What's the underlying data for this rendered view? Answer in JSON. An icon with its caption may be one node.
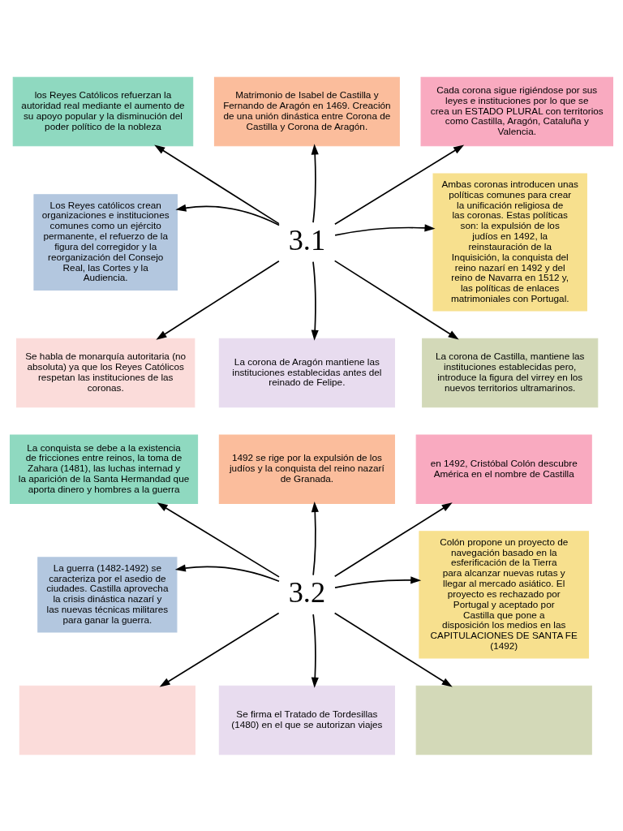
{
  "diagram": {
    "nodes": [
      {
        "text": [
          "los Reyes Católicos refuerzan la autoridad real mediante el aumento de su apoyo popular y la disminución del poder político de la nobleza"
        ]
      },
      {
        "text": [
          "Matrimonio de Isabel de Castilla y Fernando de Aragón en 1469. Creación de una unión dinástica entre Corona de Castilla y Corona de Aragón."
        ]
      },
      {
        "text": [
          "Cada corona sigue rigiéndose por sus leyes e instituciones por lo que se crea un ESTADO PLURAL con territorios como Castilla, Aragón, Cataluña y Valencia."
        ]
      },
      {
        "text": [
          "Los Reyes católicos crean organizaciones e instituciones comunes como un ejército permanente, el refuerzo de la figura del corregidor y la reorganización del Consejo Real, las Cortes y la Audiencia."
        ]
      },
      {
        "text": [
          "3.1"
        ]
      },
      {
        "text": [
          "Ambas coronas introducen unas políticas comunes para crear la unificación religiosa de las coronas. Estas políticas son: la expulsión de los judíos en 1492, la reinstauración de la Inquisición, la conquista del reino nazarí en 1492 y del reino de Navarra en 1512 y, las políticas de enlaces matrimoniales con Portugal."
        ]
      },
      {
        "text": [
          "Se habla de monarquía autoritaria (no absoluta) ya que los Reyes Católicos respetan las instituciones de las coronas."
        ]
      },
      {
        "text": [
          "La corona de Aragón mantiene las instituciones establecidas antes del reinado de Felipe."
        ]
      },
      {
        "text": [
          "La corona de Castilla, mantiene las instituciones establecidas pero, introduce la figura del virrey en los nuevos territorios ultramarinos."
        ]
      },
      {
        "text": [
          "La conquista se debe a la existencia de fricciones entre reinos, la toma de Zahara (1481), las luchas internad y la aparición de la Santa Hermandad que aporta dinero y hombres a la guerra"
        ]
      },
      {
        "text": [
          "1492 se rige por la expulsión de los judíos y la conquista del reino nazarí de Granada."
        ]
      },
      {
        "text": [
          "en 1492, Cristóbal Colón descubre América en el nombre de Castilla"
        ]
      },
      {
        "text": [
          "La guerra (1482-1492) se caracteriza por el asedio de ciudades. Castilla aprovecha la crisis dinástica nazarí y las nuevas técnicas militares para ganar la guerra."
        ]
      },
      {
        "text": [
          "3.2"
        ]
      },
      {
        "text": [
          "Colón propone un proyecto de navegación basado en la esferificación de la Tierra para alcanzar nuevas rutas y llegar al mercado asiático. El proyecto es rechazado por Portugal y aceptado por Castilla que pone a disposición los medios en las CAPITULACIONES DE SANTA FE (1492)"
        ]
      },
      {
        "text": [],
        "shape": "box"
      },
      {
        "text": [
          "Se firma el Tratado de Tordesillas (1480) en el que se autorizan viajes"
        ]
      },
      {
        "text": [],
        "shape": "box"
      }
    ],
    "edges": [
      {
        "from": 4,
        "to": 0,
        "arrow": "to"
      },
      {
        "from": 4,
        "to": 1,
        "arrow": "to"
      },
      {
        "from": 4,
        "to": 2,
        "arrow": "to"
      },
      {
        "from": 4,
        "to": 3,
        "arrow": "to"
      },
      {
        "from": 4,
        "to": 5,
        "arrow": "to"
      },
      {
        "from": 4,
        "to": 6,
        "arrow": "to"
      },
      {
        "from": 4,
        "to": 7,
        "arrow": "to"
      },
      {
        "from": 4,
        "to": 8,
        "arrow": "to"
      },
      {
        "from": 13,
        "to": 9,
        "arrow": "to"
      },
      {
        "from": 13,
        "to": 10,
        "arrow": "to"
      },
      {
        "from": 13,
        "to": 11,
        "arrow": "to"
      },
      {
        "from": 13,
        "to": 12,
        "arrow": "to"
      },
      {
        "from": 13,
        "to": 14,
        "arrow": "to"
      },
      {
        "from": 13,
        "to": 15,
        "arrow": "to"
      },
      {
        "from": 13,
        "to": 16,
        "arrow": "to"
      },
      {
        "from": 13,
        "to": 17,
        "arrow": "to"
      }
    ]
  }
}
